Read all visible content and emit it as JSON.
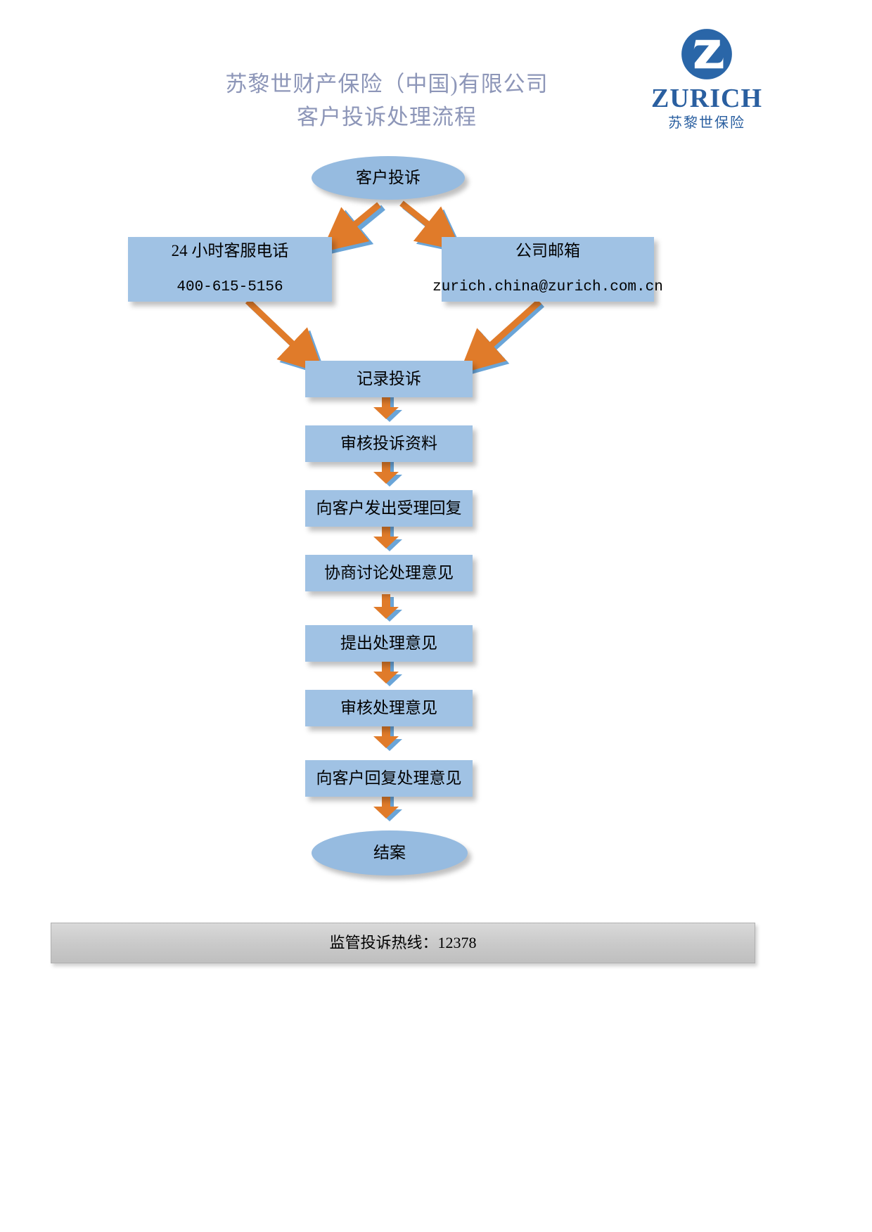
{
  "header": {
    "title_line1": "苏黎世财产保险（中国)有限公司",
    "title_line2": "客户投诉处理流程",
    "title_color": "#8d96b8"
  },
  "logo": {
    "wordmark": "ZURICH",
    "chinese_name": "苏黎世保险",
    "mark_letter": "Z",
    "brand_color": "#2a5fa0"
  },
  "flowchart": {
    "node_fill": "#a0c2e4",
    "ellipse_fill": "#96bbe0",
    "arrow_color": "#e07b2a",
    "arrow_shadow_color": "#6aa5d8",
    "start": {
      "label": "客户投诉"
    },
    "channels": [
      {
        "label": "24 小时客服电话",
        "value": "400-615-5156"
      },
      {
        "label": "公司邮箱",
        "value": "zurich.china@zurich.com.cn"
      }
    ],
    "steps": [
      {
        "label": "记录投诉"
      },
      {
        "label": "审核投诉资料"
      },
      {
        "label": "向客户发出受理回复"
      },
      {
        "label": "协商讨论处理意见"
      },
      {
        "label": "提出处理意见"
      },
      {
        "label": "审核处理意见"
      },
      {
        "label": "向客户回复处理意见"
      }
    ],
    "end": {
      "label": "结案"
    }
  },
  "footer": {
    "hotline": "监管投诉热线：12378"
  }
}
